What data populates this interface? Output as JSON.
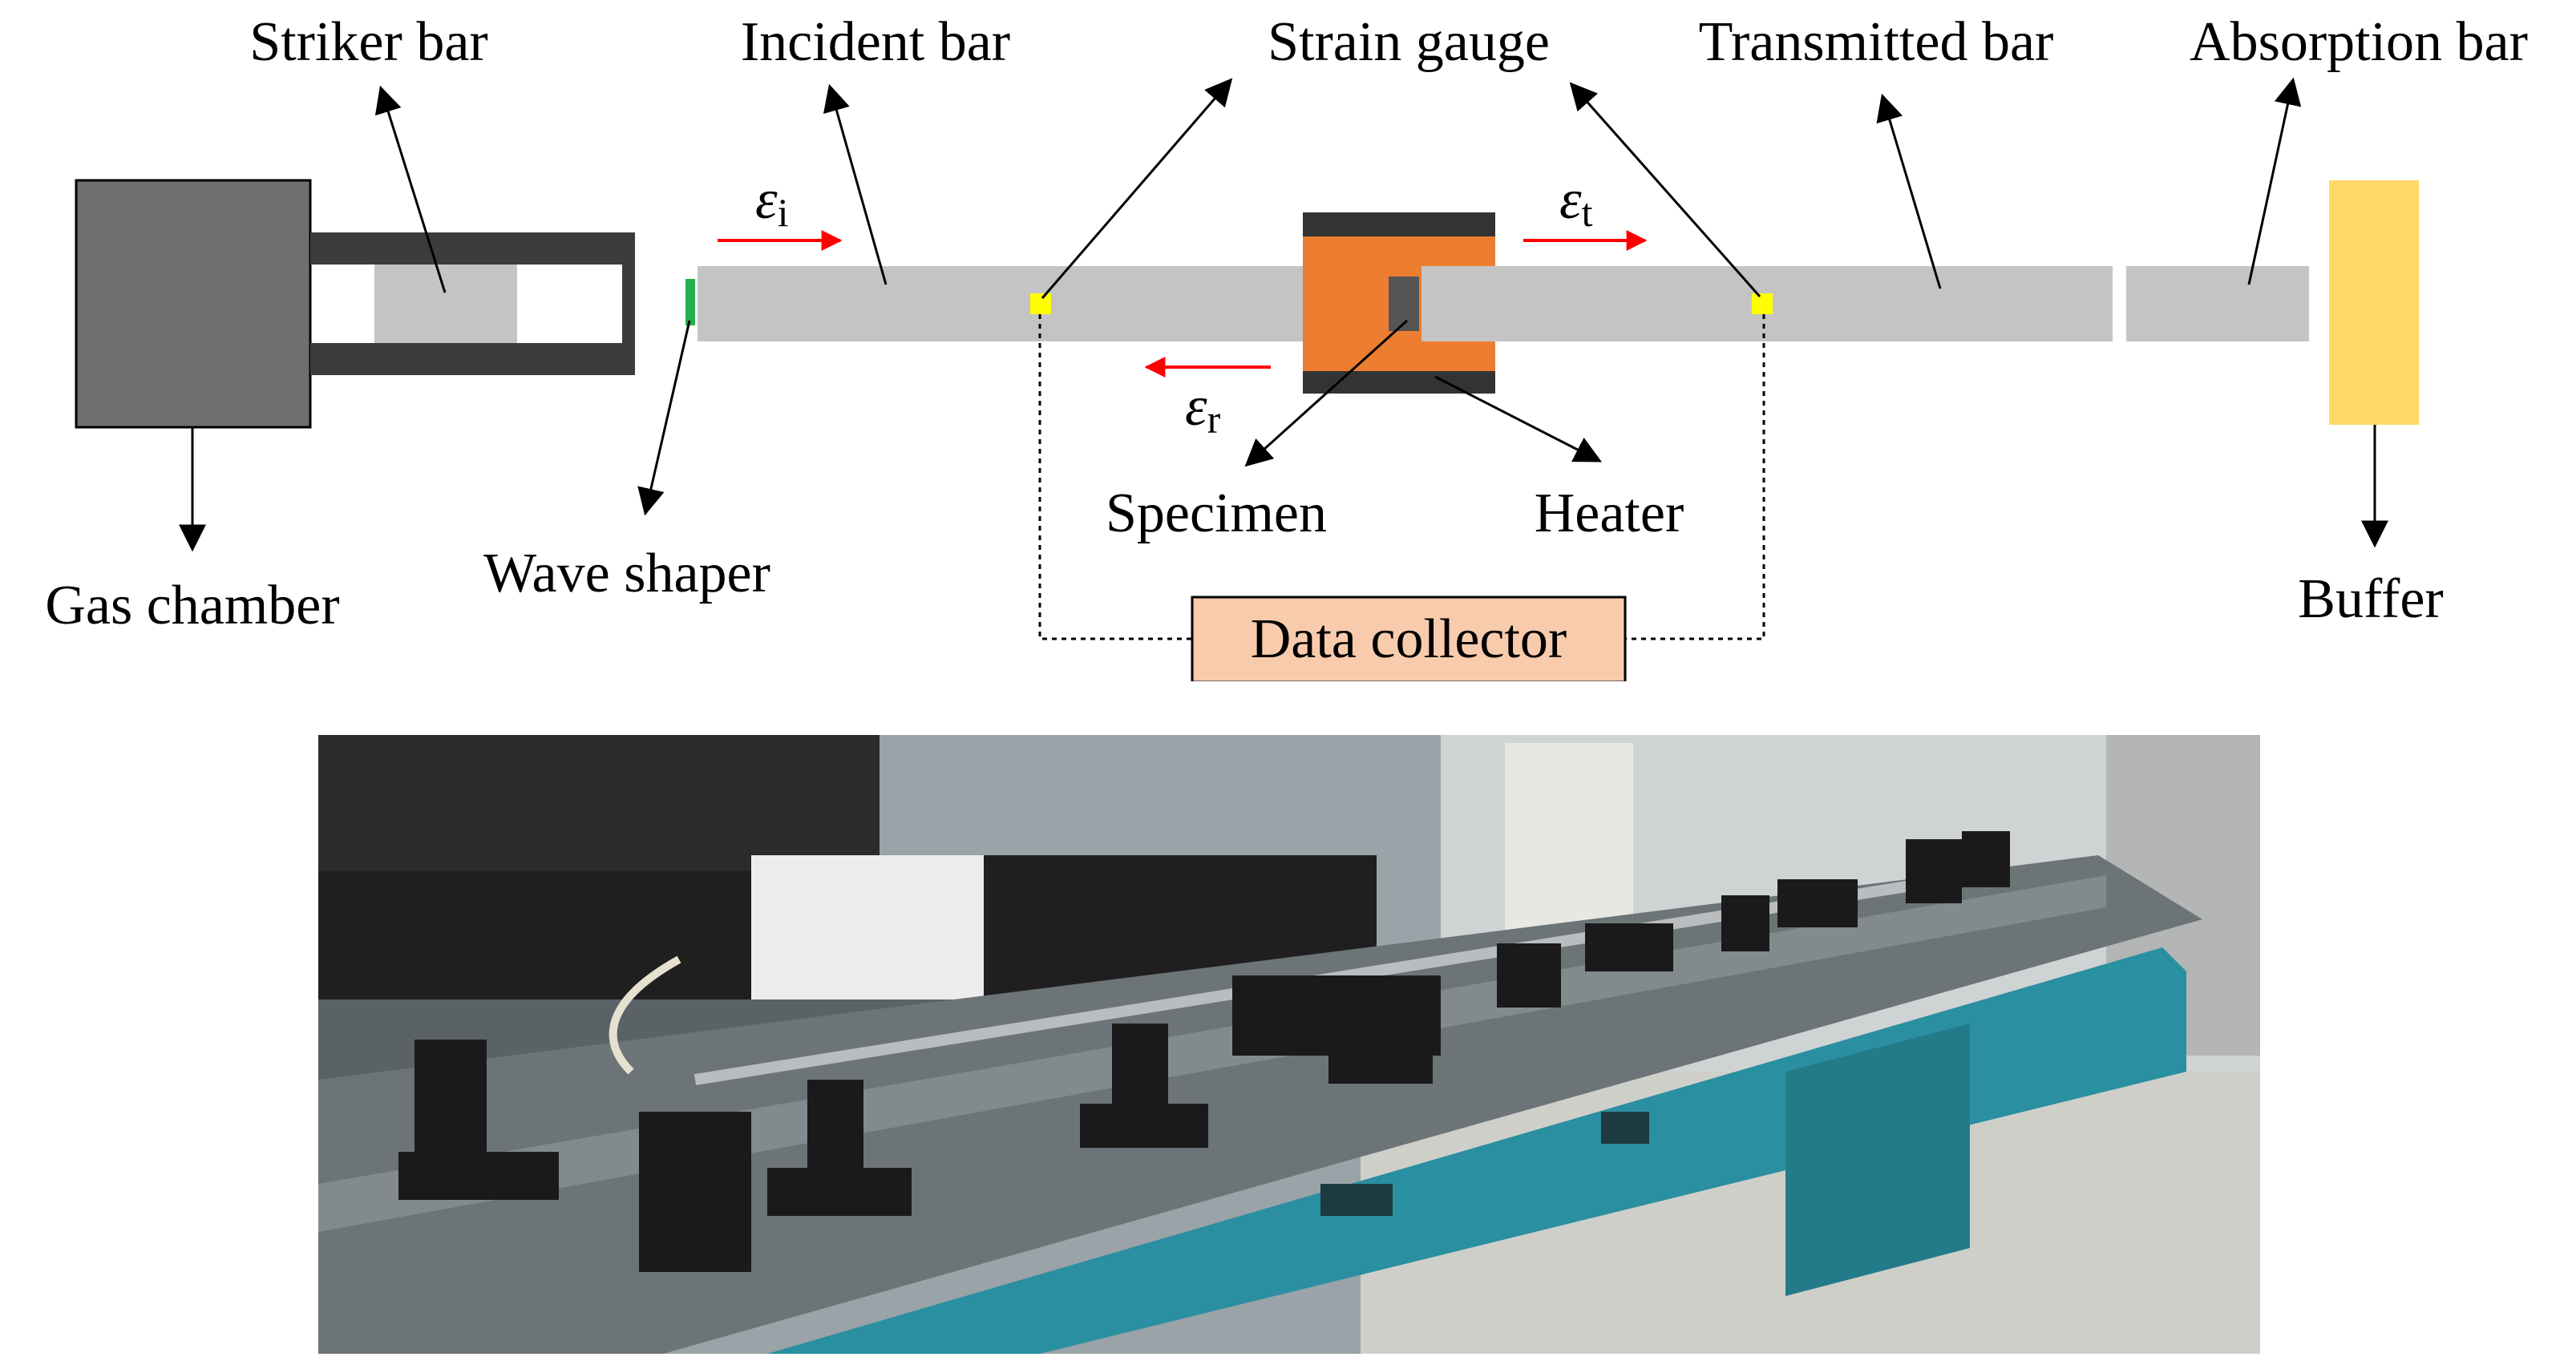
{
  "labels": {
    "striker_bar": "Striker bar",
    "incident_bar": "Incident bar",
    "strain_gauge": "Strain gauge",
    "transmitted_bar": "Transmitted bar",
    "absorption_bar": "Absorption bar",
    "gas_chamber": "Gas chamber",
    "wave_shaper": "Wave shaper",
    "specimen": "Specimen",
    "heater": "Heater",
    "buffer": "Buffer",
    "data_collector": "Data collector"
  },
  "strains": {
    "incident": {
      "symbol": "ε",
      "subscript": "i"
    },
    "reflected": {
      "symbol": "ε",
      "subscript": "r"
    },
    "transmitted": {
      "symbol": "ε",
      "subscript": "t"
    }
  },
  "colors": {
    "bar": "#c4c4c4",
    "gas_chamber": "#6f6f6f",
    "barrel": "#3c3c3c",
    "heater": "#ed7d31",
    "heater_plate": "#333333",
    "gauge": "#ffff00",
    "wave_shaper": "#22b14c",
    "buffer": "#ffd966",
    "data_collector_fill": "#f8cbad",
    "arrow_red": "#ff0000",
    "table_frame": "#2a8fa0"
  },
  "photo": {
    "description_icon": "shpb-apparatus-photo"
  }
}
